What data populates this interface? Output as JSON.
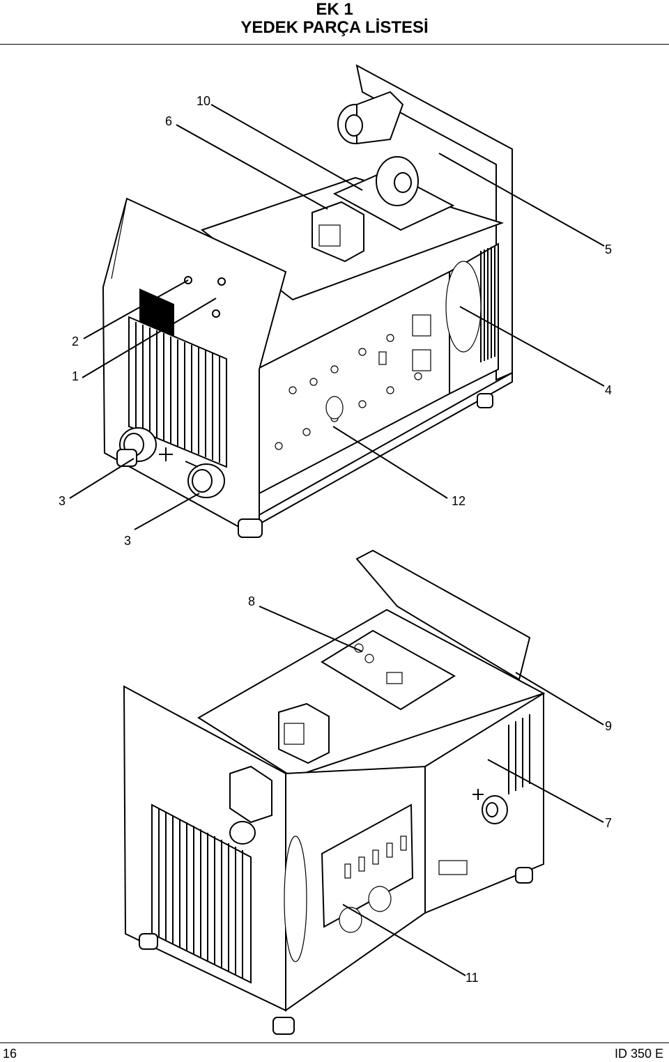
{
  "header": {
    "title_line1": "EK 1",
    "title_line2": "YEDEK PARÇA LİSTESİ"
  },
  "callouts": {
    "c10": "10",
    "c6": "6",
    "c5": "5",
    "c2": "2",
    "c1": "1",
    "c4": "4",
    "c3a": "3",
    "c12": "12",
    "c3b": "3",
    "c8": "8",
    "c9": "9",
    "c7": "7",
    "c11": "11"
  },
  "footer": {
    "page_number": "16",
    "model": "ID 350 E"
  }
}
